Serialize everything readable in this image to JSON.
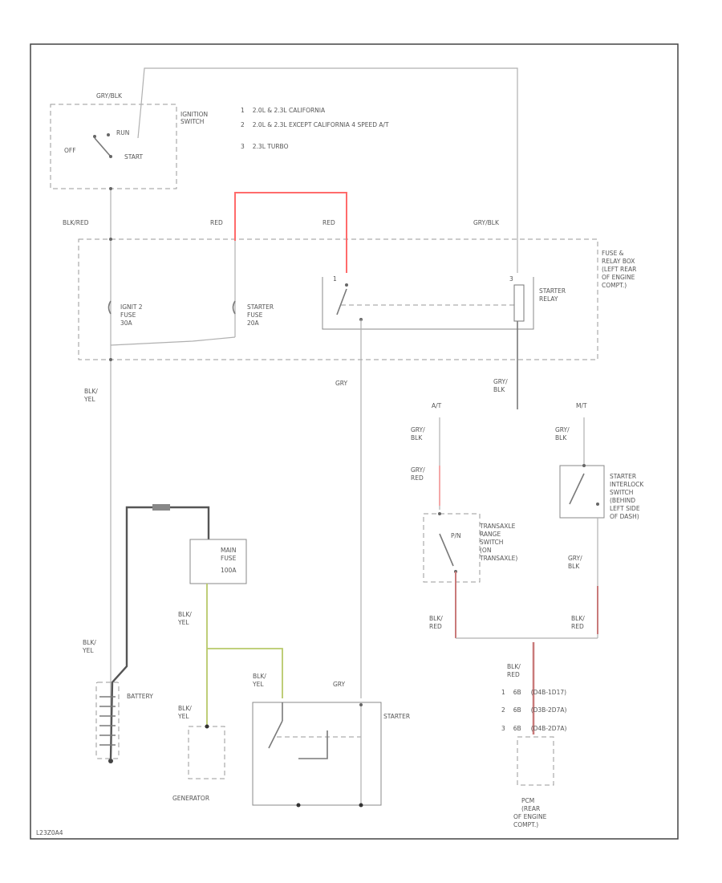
{
  "notes": [
    {
      "num": "1",
      "text": "2.0L & 2.3L CALIFORNIA"
    },
    {
      "num": "2",
      "text": "2.0L & 2.3L EXCEPT CALIFORNIA 4 SPEED A/T"
    },
    {
      "num": "3",
      "text": "2.3L TURBO"
    }
  ],
  "ignition": {
    "title_1": "IGNITION",
    "title_2": "SWITCH",
    "wire_top": "GRY/BLK",
    "off": "OFF",
    "run": "RUN",
    "start": "START"
  },
  "fuse_box": {
    "label": [
      "FUSE &",
      "RELAY BOX",
      "(LEFT REAR",
      "OF ENGINE",
      "COMPT.)"
    ]
  },
  "fuses": {
    "ignit": [
      "IGNIT 2",
      "FUSE",
      "30A"
    ],
    "starter": [
      "STARTER",
      "FUSE",
      "20A"
    ],
    "main": [
      "MAIN",
      "FUSE",
      "100A"
    ]
  },
  "starter_relay": [
    "STARTER",
    "RELAY"
  ],
  "wires": {
    "blk_red": "BLK/RED",
    "red_1": "RED",
    "red_2": "RED",
    "gry_blk_1": "GRY/BLK",
    "blk_yel_1": [
      "BLK/",
      "YEL"
    ],
    "gry": "GRY",
    "gry_blk_2": [
      "GRY/",
      "BLK"
    ],
    "at": "A/T",
    "mt": "M/T",
    "gry_blk_3": [
      "GRY/",
      "BLK"
    ],
    "gry_red": [
      "GRY/",
      "RED"
    ],
    "gry_blk_4": [
      "GRY/",
      "BLK"
    ],
    "gry_blk_5": [
      "GRY/",
      "BLK"
    ],
    "blk_red_2": [
      "BLK/",
      "RED"
    ],
    "blk_red_3": [
      "BLK/",
      "RED"
    ],
    "blk_red_4": [
      "BLK/",
      "RED"
    ],
    "blk_yel_2": [
      "BLK/",
      "YEL"
    ],
    "blk_yel_3": [
      "BLK/",
      "YEL"
    ],
    "blk_yel_4": [
      "BLK/",
      "YEL"
    ],
    "blk_yel_5": [
      "BLK/",
      "YEL"
    ],
    "gry_2": "GRY"
  },
  "transaxle": [
    "TRANSAXLE",
    "RANGE",
    "SWITCH",
    "(ON",
    "TRANSAXLE)"
  ],
  "prn": "P/N",
  "interlock": [
    "STARTER",
    "INTERLOCK",
    "SWITCH",
    "(BEHIND",
    "LEFT SIDE",
    "OF DASH)"
  ],
  "pcm": {
    "label": [
      "PCM",
      "(REAR",
      "OF ENGINE",
      "COMPT.)"
    ],
    "pins": [
      {
        "num": "1",
        "pin": "6B",
        "desc": "(D4B-1D17)"
      },
      {
        "num": "2",
        "pin": "6B",
        "desc": "(D3B-2D7A)"
      },
      {
        "num": "3",
        "pin": "6B",
        "desc": "(D4B-2D7A)"
      }
    ]
  },
  "components": {
    "battery": "BATTERY",
    "generator": "GENERATOR",
    "starter": "STARTER"
  },
  "footer_code": "L23Z0A4"
}
